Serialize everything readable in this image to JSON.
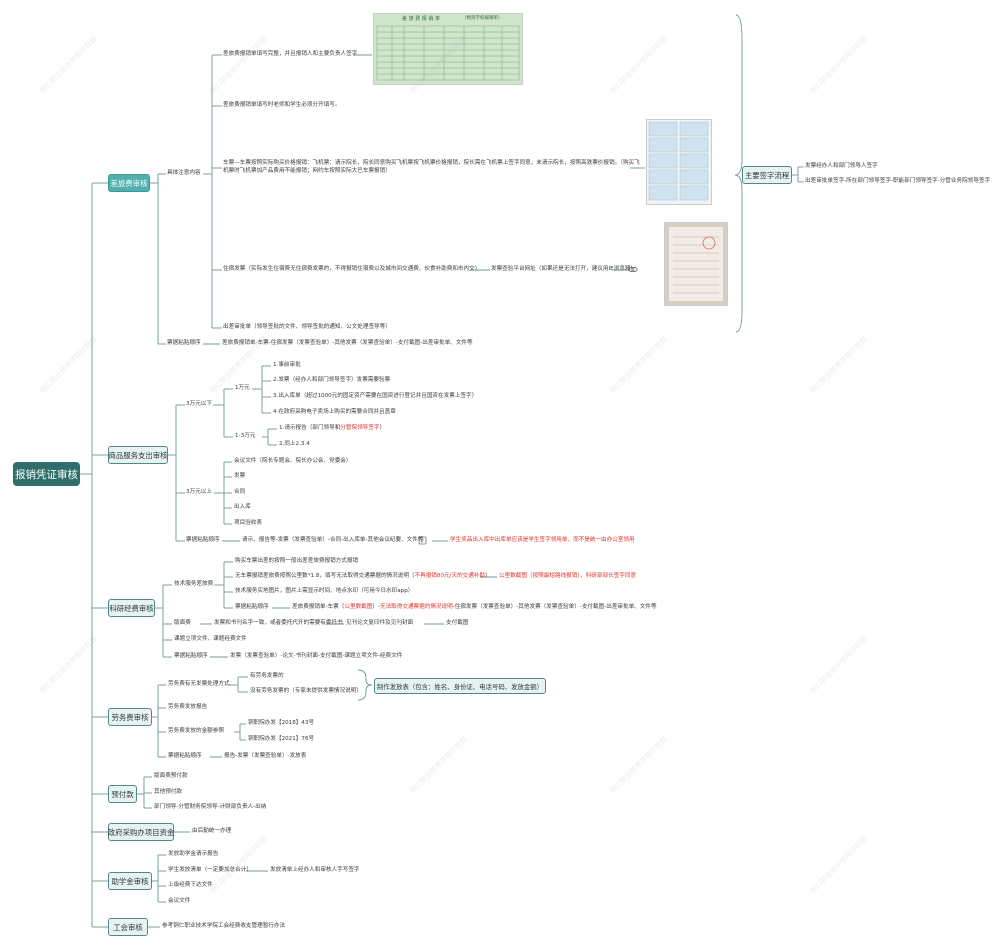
{
  "root": "报销凭证审核",
  "travel": {
    "title": "差旅费审核",
    "detail_label": "具体注意内容",
    "item1": "差旅费报销单填写完整，并且报销人和主要负责人签字",
    "item2": "差旅费报销单填写时老师和学生必须分开填写。",
    "item3_l1": "车票—车票按照实际购买价格报销：飞机票：请示院长，院长同意购买飞机票按飞机票价格报销，院长需在飞机票上签字同意，未请示院长，按照高铁票价报销。（购买飞",
    "item3_l2": "机票时飞机票加产品费用不能报销；网约车按照实际大巴车票报销）",
    "item4": "住宿发票（实际发生住宿费无住宿费发票的，不得报销住宿费以及城市间交通费、伙食补助费和市内交）",
    "item4_sub": "发票查验平台网址（如果还是无法打开，建议用IE浏览器）",
    "item5": "出差审批单（领导签批的文件、领导签批的通知、公文处理签导等）",
    "paste_label": "票据粘贴顺序",
    "paste_text": "差旅费报销单-车票-住宿发票（发票查验单）-其他发票（发票查验单）-支付截图-出差审批单、文件等"
  },
  "sign": {
    "title": "主要签字流程",
    "item1": "发票经办人和部门领导人签字",
    "item2": "出差审批单签字-所在部门领导签字-职能部门领导签字-分管业务院领导签字"
  },
  "goods": {
    "title": "商品服务支出审核",
    "under3": "3万元以下",
    "w1": "1万元",
    "w1_items": [
      "1.事前审批",
      "2.发票（经办人和部门领导签字）发票需要验票",
      "3.出入库单（超过1000元的固定资产需要在国资进行登记并且国资在发票上签字）",
      "4.在政府采购电子卖场上购买的需要合同并且盖章"
    ],
    "w13": "1-3万元",
    "w13_item1_a": "1.请示报告（部门领导和",
    "w13_item1_red": "分管院领导签字",
    "w13_item1_b": "）",
    "w13_item2": "2.同上2.3.4",
    "above3": "3万元以上",
    "above3_items": [
      "会议文件（院长专题会、院长办公会、党委会）",
      "发票",
      "合同",
      "出入库",
      "项目验收表"
    ],
    "paste_label": "票据粘贴顺序",
    "paste_text": "请示、报告等-发票（发票查验单）-合同-出入库单-其他会议纪要、文件等",
    "paste_red": "学生奖品出入库中出库单应该是学生签字领用单，而不是统一由办公室领用"
  },
  "research": {
    "title": "科研经费审核",
    "tech_label": "技术服务差旅费",
    "tech1": "购买车票出差的按照一般出差差旅费报销方式报销",
    "tech2_a": "无车票报销差旅费按照公里数*1.8，填写无法取得交通票据的情况说明（",
    "tech2_red": "不再报销80元/天的交通补助",
    "tech2_b": "）",
    "tech2_sub_red": "公里数截图（按照最短路线报销），科研部部长签字同意",
    "tech3": "技术服务实地图片，图片上需显示时间、地点水印（可用今日水印app）",
    "tech_paste_label": "票据粘贴顺序",
    "tech_paste_a": "差旅费报销单-车票（",
    "tech_paste_red1": "公里数截图",
    "tech_paste_b": "）-",
    "tech_paste_red2": "无法取得交通票据的情况说明",
    "tech_paste_c": "-住宿发票（发票查验单）-其他发票（发票查验单）-支付截图-出差审批单、文件等",
    "layout_label": "版面费",
    "layout_text": "发票和书刊名字一致，或者委托代开的需要有委托书",
    "layout_sub": "见刊论文复印件及见刊封面",
    "layout_sub2": "支付截图",
    "approve": "课题立项文件、课题经费文件",
    "paste_label": "票据粘贴顺序",
    "paste_text": "发票（发票查验单）-论文-书刊封面-支付截图-课题立项文件-经费文件"
  },
  "labor": {
    "title": "劳务费审核",
    "type_label": "劳务费有无发票处理方式",
    "type1": "有劳务发票的",
    "type2": "没有劳务发票的（专家未提供发票情况说明）",
    "make": "制作发放表（包含：姓名、身份证、电话号码、发放金额）",
    "report": "劳务费发放报告",
    "ref_label": "劳务费发放的金额参照",
    "ref1": "铜职院办发【2018】43号",
    "ref2": "铜职院办发【2021】76号",
    "paste_label": "票据粘贴顺序",
    "paste_text": "报告-发票（发票查验单）-发放表"
  },
  "prepay": {
    "title": "预付款",
    "items": [
      "版面费预付款",
      "其他预付款",
      "部门领导-分管财务院领导-计财部负责人-出纳"
    ]
  },
  "gov": {
    "title": "政府采购办项目资金",
    "text": "由后勤统一办理"
  },
  "aid": {
    "title": "助学金审核",
    "items": [
      "发放助学金请示报告",
      "学生发放清单（一定要加总合计）",
      "上级经费下达文件",
      "会议文件"
    ],
    "item2_sub": "发放清单上经办人和审核人手写签字"
  },
  "union": {
    "title": "工会审核",
    "text": "参考铜仁职业技术学院工会经费收支管理暂行办法"
  },
  "form_image": {
    "title": "差 旅 费 报 销 单",
    "subtitle": "（物资学校报销单）"
  },
  "watermark": "铜仁职业技术学院计财部",
  "colors": {
    "root": "#2f6e69",
    "selected": "#4fb0ad",
    "line": "#5d8f8b",
    "red": "#e0302a"
  }
}
